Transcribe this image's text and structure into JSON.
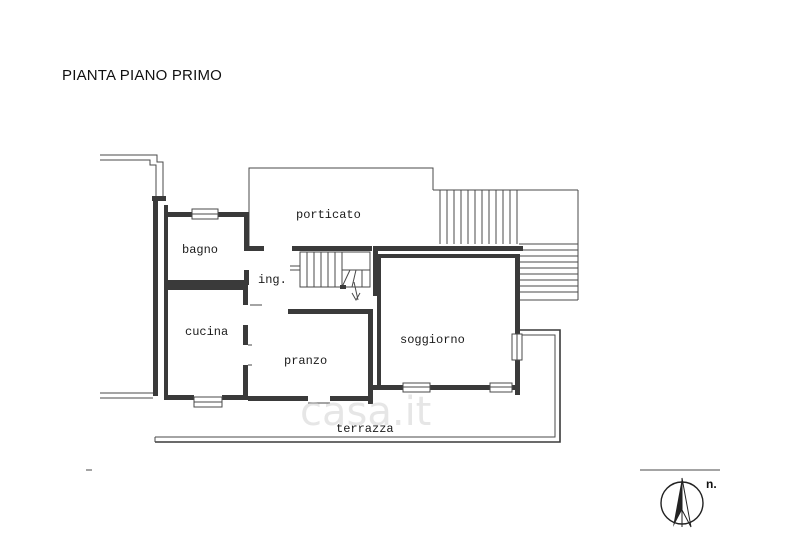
{
  "title": "PIANTA PIANO PRIMO",
  "rooms": {
    "porticato": "porticato",
    "bagno": "bagno",
    "ingresso": "ing.",
    "cucina": "cucina",
    "pranzo": "pranzo",
    "soggiorno": "soggiorno",
    "terrazza": "terrazza"
  },
  "north_label": "n.",
  "watermark": "casa.it"
}
